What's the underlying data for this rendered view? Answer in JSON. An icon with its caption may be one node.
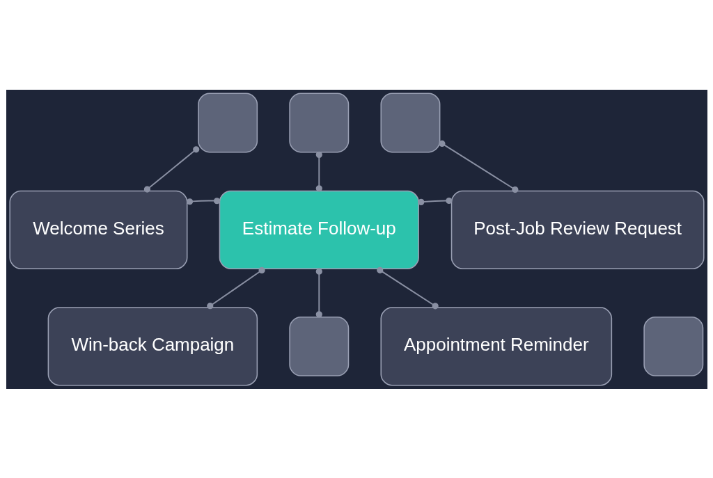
{
  "diagram": {
    "nodes": [
      {
        "text": [],
        "shape": "box"
      },
      {
        "text": [],
        "shape": "box"
      },
      {
        "text": [],
        "shape": "box"
      },
      {
        "text": [
          "Welcome Series"
        ]
      },
      {
        "text": [
          "Estimate Follow-up"
        ]
      },
      {
        "text": [
          "Post-Job Review Request"
        ]
      },
      {
        "text": [
          "Win-back Campaign"
        ]
      },
      {
        "text": [
          "Appointment Reminder"
        ]
      },
      {
        "text": [],
        "shape": "box"
      },
      {
        "text": [],
        "shape": "box"
      }
    ],
    "edges": [
      {
        "from": 0,
        "to": 3,
        "arrow": "other"
      },
      {
        "from": 3,
        "to": 4,
        "arrow": "other"
      },
      {
        "from": 1,
        "to": 4,
        "arrow": "other"
      },
      {
        "from": 2,
        "to": 5,
        "arrow": "other"
      },
      {
        "from": 4,
        "to": 5,
        "arrow": "other"
      },
      {
        "from": 4,
        "to": 6,
        "arrow": "other"
      },
      {
        "from": 4,
        "to": 8,
        "arrow": "other"
      },
      {
        "from": 4,
        "to": 7,
        "arrow": "other"
      }
    ]
  }
}
